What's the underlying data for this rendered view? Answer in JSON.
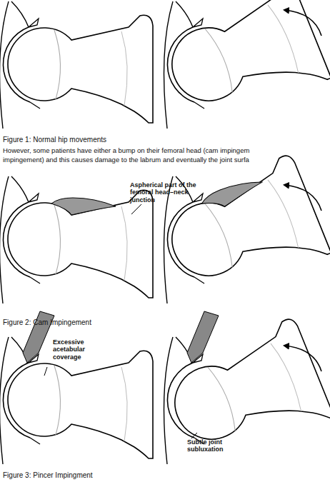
{
  "diagram": {
    "labels": [
      "Figure 1: Normal hip movements",
      "However, some patients have either a bump on their femoral head (cam impingem",
      "impingement) and this causes damage to the labrum and eventually the joint surfa",
      "Aspherical part of the femoral head–neck junction",
      "Figure 2: Cam Impingement",
      "Excessive acetabular coverage",
      "Subtle joint subluxation",
      "Figure 3: Pincer Impingment"
    ]
  }
}
